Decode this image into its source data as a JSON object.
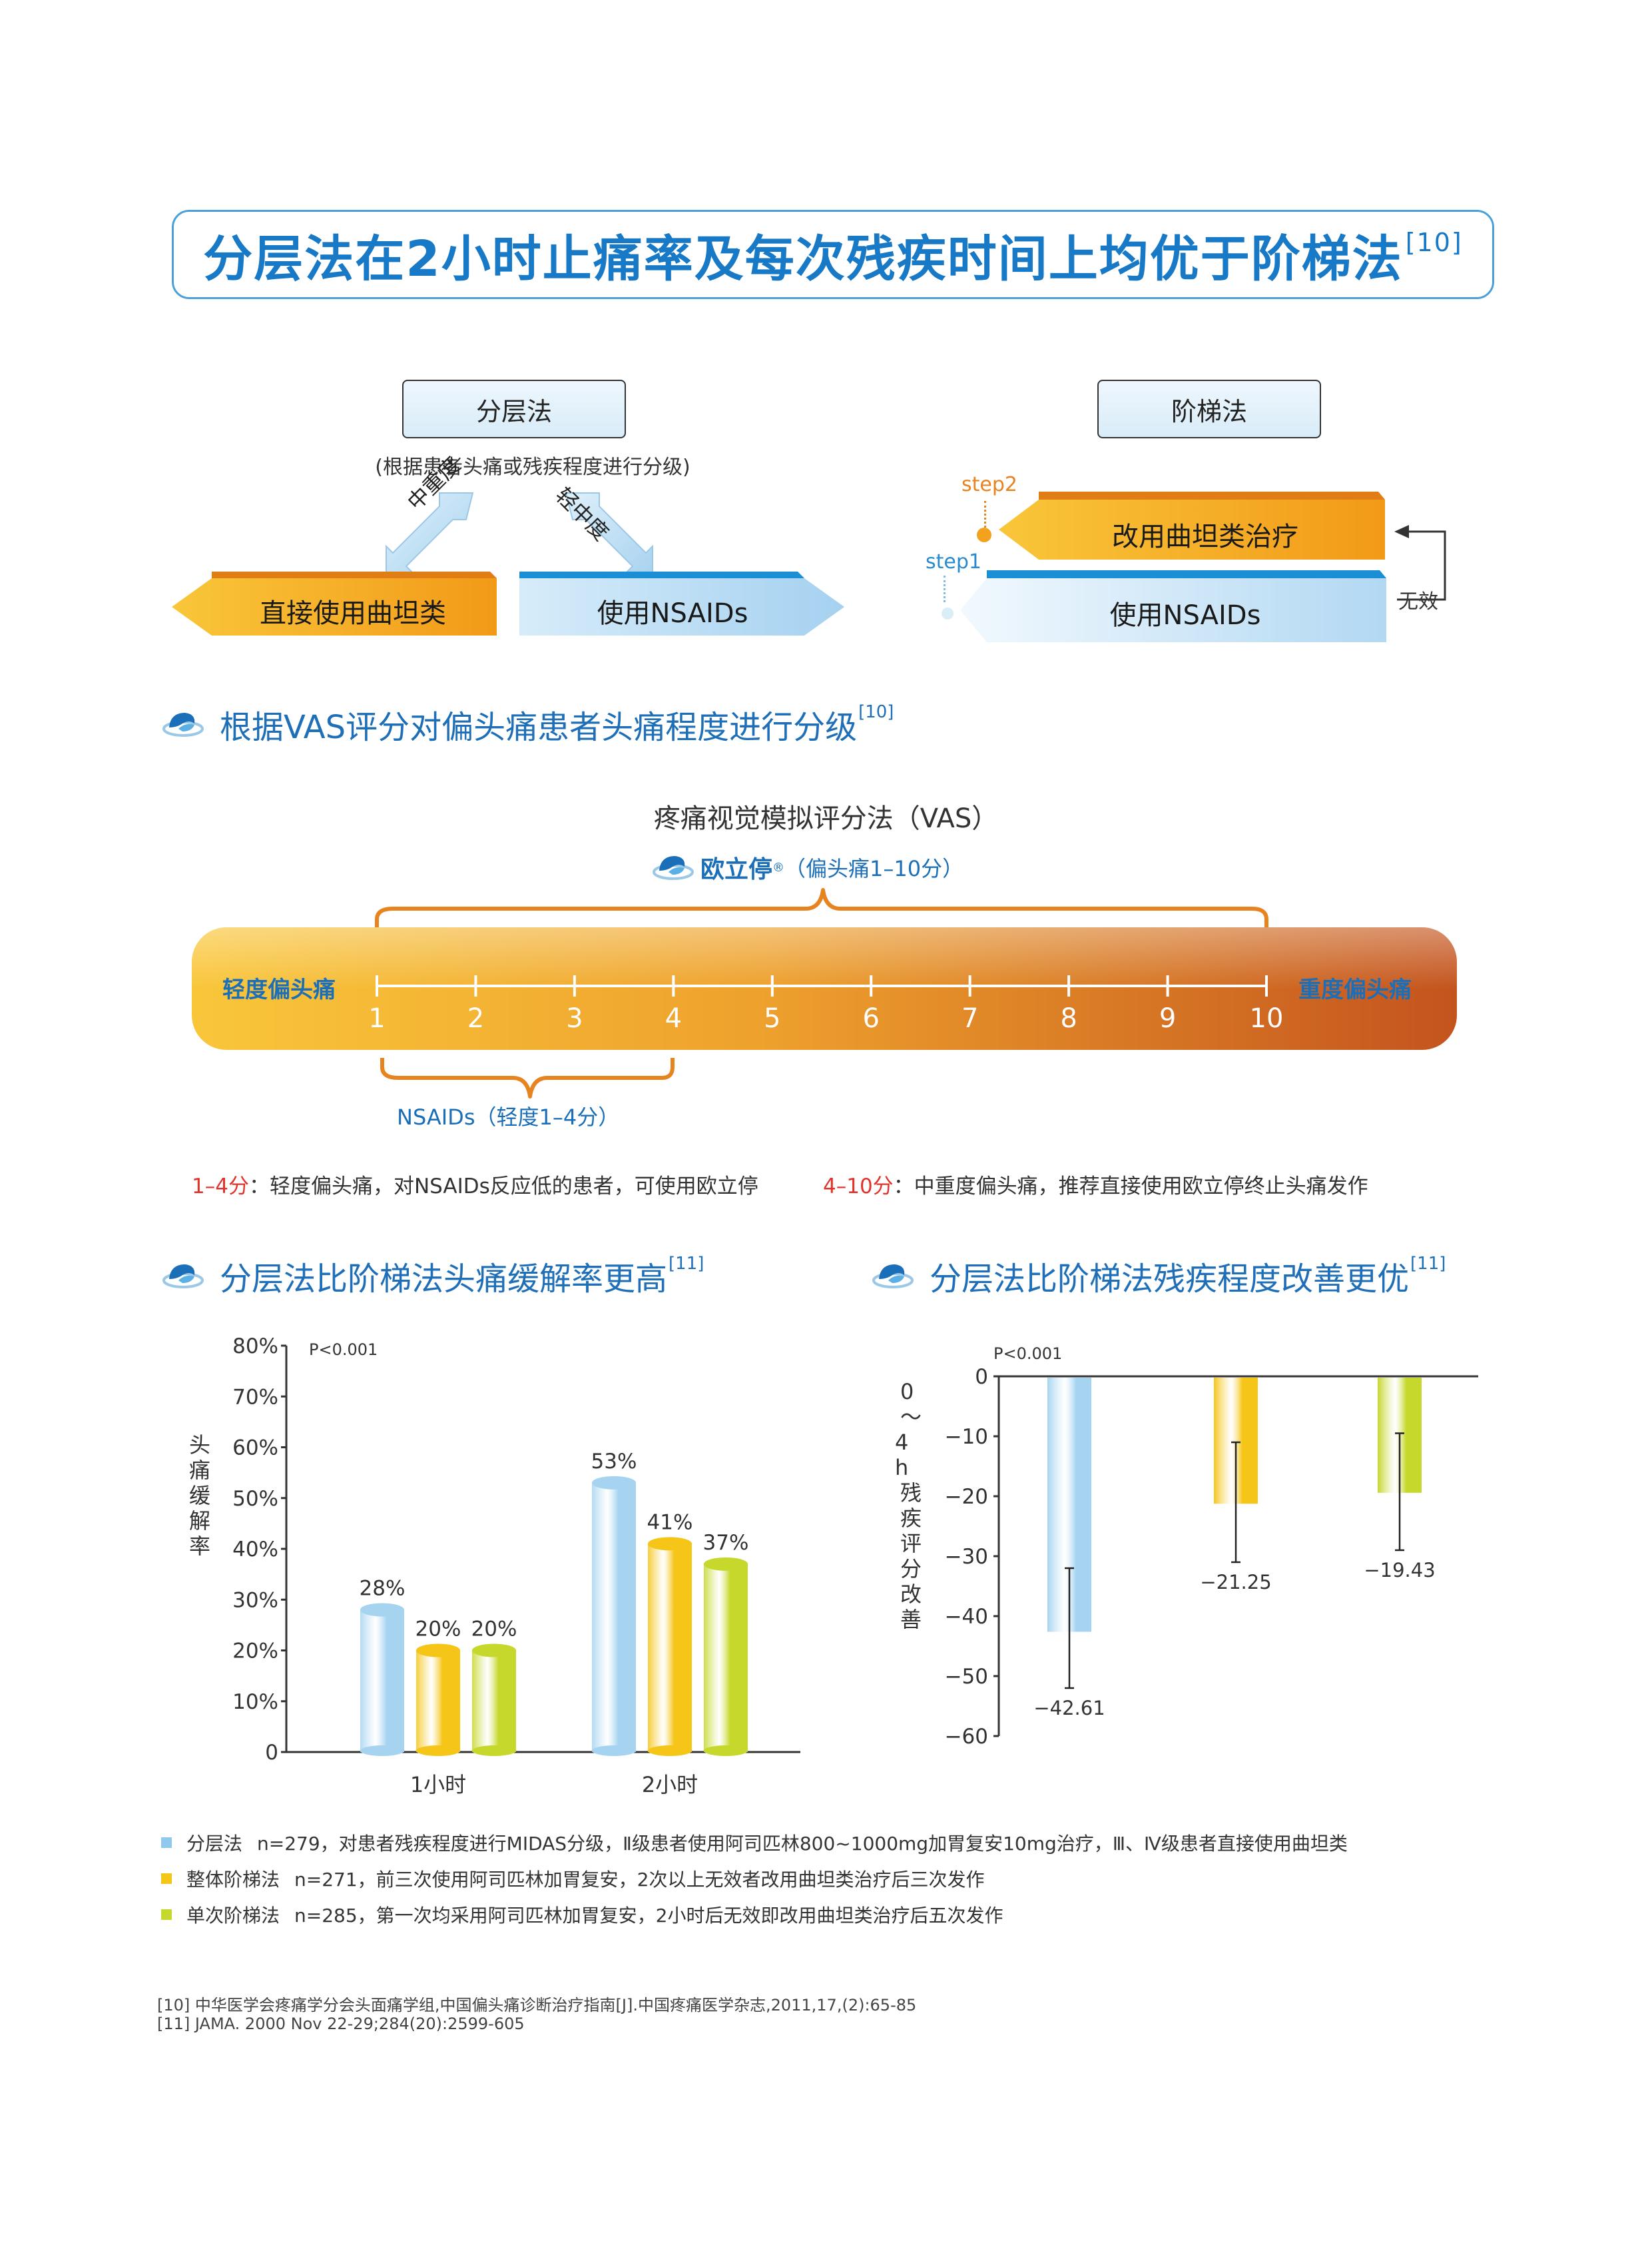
{
  "title": {
    "text": "分层法在2小时止痛率及每次残疾时间上均优于阶梯法",
    "ref": "[10]"
  },
  "stratified": {
    "box_label": "分层法",
    "subtitle": "(根据患者头痛或残疾程度进行分级)",
    "moderate_severe": "中重度",
    "mild_moderate": "轻中度",
    "left_arrow": "直接使用曲坦类",
    "right_arrow": "使用NSAIDs"
  },
  "stepwise": {
    "box_label": "阶梯法",
    "step2": "step2",
    "step1": "step1",
    "top_arrow": "改用曲坦类治疗",
    "bottom_arrow": "使用NSAIDs",
    "invalid": "无效"
  },
  "vas_section": {
    "title": "根据VAS评分对偏头痛患者头痛程度进行分级",
    "ref": "[10]"
  },
  "vas_scale": {
    "title": "疼痛视觉模拟评分法（VAS）",
    "brand": "欧立停",
    "brand_mark": "®",
    "brand_range": "（偏头痛1–10分）",
    "left_label": "轻度偏头痛",
    "right_label": "重度偏头痛",
    "ticks": [
      "1",
      "2",
      "3",
      "4",
      "5",
      "6",
      "7",
      "8",
      "9",
      "10"
    ],
    "nsaids_range": "NSAIDs（轻度1–4分）",
    "colors": {
      "start": "#f7b52c",
      "end": "#c9571e",
      "brace": "#e8841f"
    }
  },
  "notes": {
    "left_range": "1–4分",
    "left_text": "：轻度偏头痛，对NSAIDs反应低的患者，可使用欧立停",
    "right_range": "4–10分",
    "right_text": "：中重度偏头痛，推荐直接使用欧立停终止头痛发作"
  },
  "chart1_section": {
    "title": "分层法比阶梯法头痛缓解率更高",
    "ref": "[11]"
  },
  "chart2_section": {
    "title": "分层法比阶梯法残疾程度改善更优",
    "ref": "[11]"
  },
  "chart_data": [
    {
      "type": "bar",
      "ylabel": "头痛缓解率",
      "categories": [
        "1小时",
        "2小时"
      ],
      "ylim": [
        0,
        80
      ],
      "yticks": [
        "0",
        "10%",
        "20%",
        "30%",
        "40%",
        "50%",
        "60%",
        "70%",
        "80%"
      ],
      "annotation": "P<0.001",
      "series": [
        {
          "name": "分层法",
          "values": [
            28,
            53
          ],
          "labels": [
            "28%",
            "53%"
          ],
          "color": "#a6d4f0"
        },
        {
          "name": "整体阶梯法",
          "values": [
            20,
            41
          ],
          "labels": [
            "20%",
            "41%"
          ],
          "color": "#f5c518"
        },
        {
          "name": "单次阶梯法",
          "values": [
            20,
            37
          ],
          "labels": [
            "20%",
            "37%"
          ],
          "color": "#c5d82b"
        }
      ]
    },
    {
      "type": "bar",
      "ylabel": "0～4h残疾评分改善",
      "ylim": [
        -60,
        0
      ],
      "yticks": [
        "0",
        "−10",
        "−20",
        "−30",
        "−40",
        "−50",
        "−60"
      ],
      "annotation": "P<0.001",
      "series": [
        {
          "name": "分层法",
          "value": -42.61,
          "label": "−42.61",
          "error": [
            -52,
            -32
          ],
          "color": "#a6d4f0"
        },
        {
          "name": "整体阶梯法",
          "value": -21.25,
          "label": "−21.25",
          "error": [
            -31,
            -11
          ],
          "color": "#f5c518"
        },
        {
          "name": "单次阶梯法",
          "value": -19.43,
          "label": "−19.43",
          "error": [
            -29,
            -9.5
          ],
          "color": "#c5d82b"
        }
      ]
    }
  ],
  "legend": [
    {
      "name": "分层法",
      "desc": "n=279，对患者残疾程度进行MIDAS分级，Ⅱ级患者使用阿司匹林800~1000mg加胃复安10mg治疗，Ⅲ、Ⅳ级患者直接使用曲坦类",
      "color": "#8fc9ee"
    },
    {
      "name": "整体阶梯法",
      "desc": "n=271，前三次使用阿司匹林加胃复安，2次以上无效者改用曲坦类治疗后三次发作",
      "color": "#f5c518"
    },
    {
      "name": "单次阶梯法",
      "desc": "n=285，第一次均采用阿司匹林加胃复安，2小时后无效即改用曲坦类治疗后五次发作",
      "color": "#c5d82b"
    }
  ],
  "references": [
    "[10] 中华医学会疼痛学分会头面痛学组,中国偏头痛诊断治疗指南[J].中国疼痛医学杂志,2011,17,(2):65-85",
    "[11] JAMA. 2000 Nov 22-29;284(20):2599-605"
  ]
}
